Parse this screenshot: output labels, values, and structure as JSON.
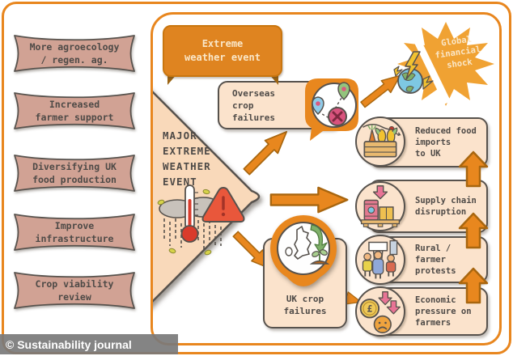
{
  "watermark": {
    "text": "© Sustainability journal"
  },
  "colors": {
    "accent_orange": "#E8861E",
    "banner_orange": "#DF8420",
    "starburst_orange": "#F0A233",
    "peach_box": "#FBE3CC",
    "diamond_peach": "#F9D9BA",
    "plaque_pink": "#D1A294",
    "ink": "#4E4A47",
    "cream_text": "#FAE7C8",
    "alert_red": "#E9573B"
  },
  "left_column": {
    "items": [
      {
        "label": "More agroecology\n/ regen. ag."
      },
      {
        "label": "Increased\nfarmer support"
      },
      {
        "label": "Diversifying UK\nfood production"
      },
      {
        "label": "Improve\ninfrastructure"
      },
      {
        "label": "Crop viability\nreview"
      }
    ]
  },
  "panel": {
    "banner": {
      "label": "Extreme\nweather event"
    },
    "trigger": {
      "label": "MAJOR\nEXTREME\nWEATHER\nEVENT"
    },
    "overseas": {
      "label": "Overseas\ncrop\nfailures"
    },
    "global_shock": {
      "label": "Global\nfinancial\nshock"
    },
    "uk": {
      "label": "UK crop\nfailures"
    },
    "chain": [
      {
        "label": "Reduced food\nimports\nto UK",
        "icon": "food-crate-icon"
      },
      {
        "label": "Supply chain\ndisruption",
        "icon": "pallet-boxes-icon"
      },
      {
        "label": "Rural /\nfarmer\nprotests",
        "icon": "protest-icon"
      },
      {
        "label": "Economic\npressure on\nfarmers",
        "icon": "coin-sad-face-icon"
      }
    ],
    "icons": [
      "storm-warning-icon",
      "map-pins-crossed-icon",
      "globe-lightning-icon",
      "uk-map-pin-icon",
      "food-crate-icon",
      "pallet-boxes-icon",
      "protest-icon",
      "coin-sad-face-icon"
    ]
  }
}
